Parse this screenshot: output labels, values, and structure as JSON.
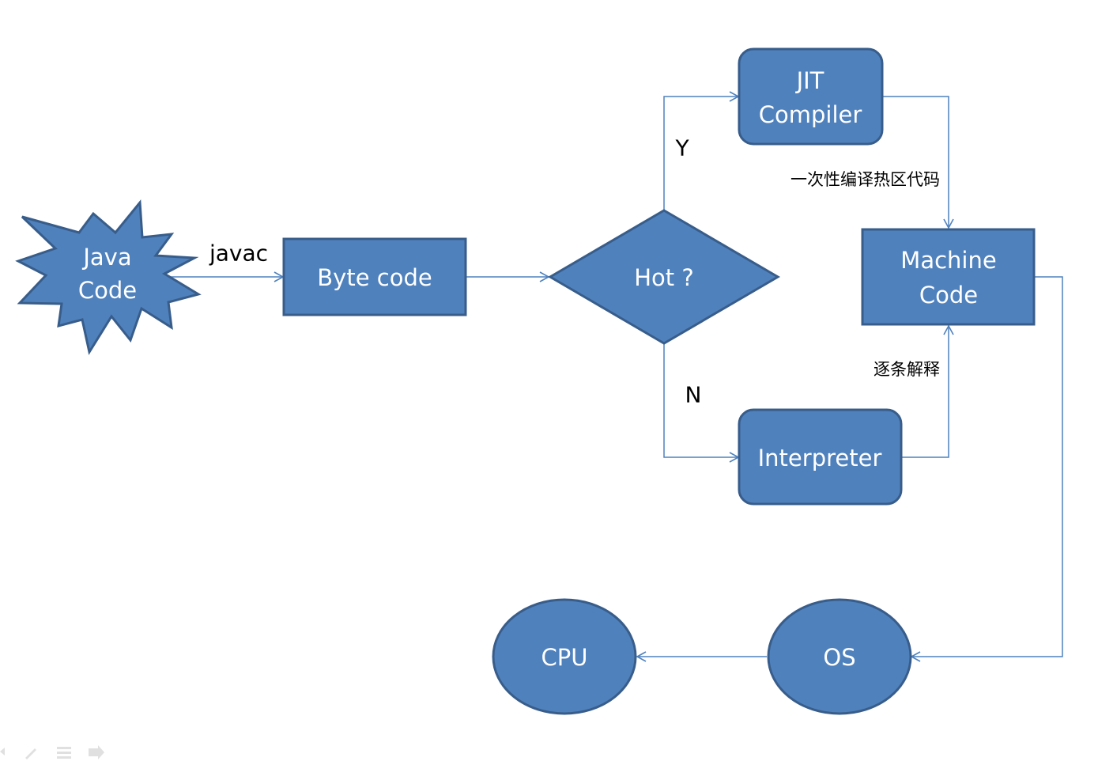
{
  "nodes": {
    "java_code": {
      "line1": "Java",
      "line2": "Code"
    },
    "byte_code": {
      "label": "Byte code"
    },
    "hot_decision": {
      "label": "Hot ?"
    },
    "jit_compiler": {
      "line1": "JIT",
      "line2": "Compiler"
    },
    "machine_code": {
      "line1": "Machine",
      "line2": "Code"
    },
    "interpreter": {
      "label": "Interpreter"
    },
    "os": {
      "label": "OS"
    },
    "cpu": {
      "label": "CPU"
    }
  },
  "edge_labels": {
    "javac": "javac",
    "yes": "Y",
    "no": "N",
    "jit_note": "一次性编译热区代码",
    "interp_note": "逐条解释"
  },
  "colors": {
    "shape_fill": "#4f81bd",
    "shape_stroke": "#385d8a",
    "connector": "#4f81bd"
  }
}
